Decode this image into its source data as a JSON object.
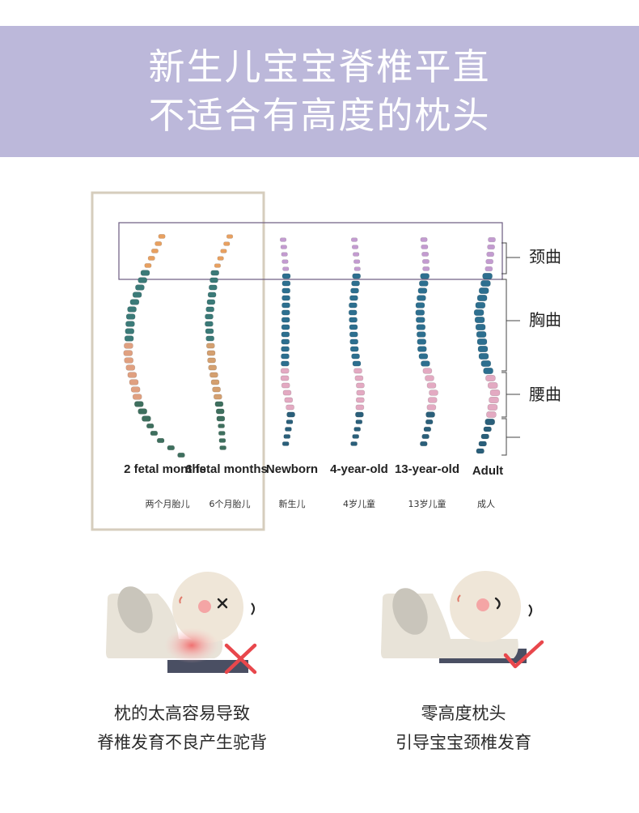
{
  "banner": {
    "line1": "新生儿宝宝脊椎平直",
    "line2": "不适合有高度的枕头",
    "bg_color": "#bcb8da"
  },
  "diagram": {
    "stages": [
      {
        "label_en": "2 fetal months",
        "label_cn": "两个月胎儿"
      },
      {
        "label_en": "6 fetal months",
        "label_cn": "6个月胎儿"
      },
      {
        "label_en": "Newborn",
        "label_cn": "新生儿"
      },
      {
        "label_en": "4-year-old",
        "label_cn": "4岁儿童"
      },
      {
        "label_en": "13-year-old",
        "label_cn": "13岁儿童"
      },
      {
        "label_en": "Adult",
        "label_cn": "成人"
      }
    ],
    "curves": {
      "cervical": "颈曲",
      "thoracic": "胸曲",
      "lumbar": "腰曲"
    },
    "colors": {
      "highlight_box": "#d6cdbd",
      "neck_box": "#6b5a80",
      "cervical_fetal": "#e8a060",
      "cervical_child": "#c39bd0",
      "thoracic": "#2d6f8f",
      "lumbar": "#e3aac2"
    }
  },
  "comparison": {
    "left": {
      "line1": "枕的太高容易导致",
      "line2": "脊椎发育不良产生驼背",
      "mark": "cross-icon",
      "mark_color": "#e8474c"
    },
    "right": {
      "line1": "零高度枕头",
      "line2": "引导宝宝颈椎发育",
      "mark": "check-icon",
      "mark_color": "#e8474c"
    }
  }
}
